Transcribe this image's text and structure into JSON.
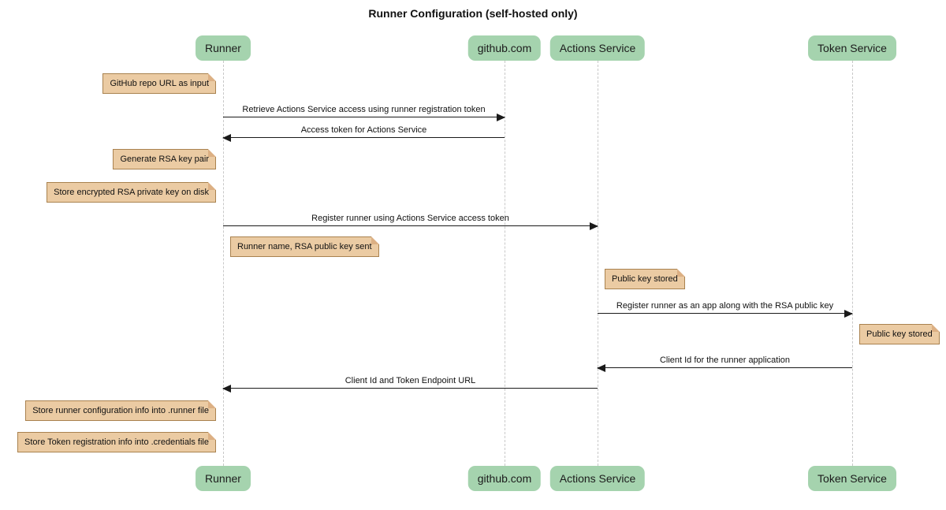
{
  "title": "Runner Configuration (self-hosted only)",
  "colors": {
    "background": "#FFFFFF",
    "text": "#111111",
    "arrow": "#1A1A1A",
    "lifeline": "#C8C8C8",
    "participant_fill": "#A5D3AE",
    "note_fill": "#EBCBA3",
    "note_border": "#A9824F",
    "note_fold": "#DCB084"
  },
  "participants": [
    {
      "label": "Runner"
    },
    {
      "label": "github.com"
    },
    {
      "label": "Actions Service"
    },
    {
      "label": "Token Service"
    }
  ],
  "messages": [
    {
      "from": "Runner",
      "to": "github.com",
      "label": "Retrieve Actions Service access using runner registration token"
    },
    {
      "from": "github.com",
      "to": "Runner",
      "label": "Access token for Actions Service"
    },
    {
      "from": "Runner",
      "to": "Actions Service",
      "label": "Register runner using Actions Service access token"
    },
    {
      "from": "Actions Service",
      "to": "Token Service",
      "label": "Register runner as an app along with the RSA public key"
    },
    {
      "from": "Token Service",
      "to": "Actions Service",
      "label": "Client Id for the runner application"
    },
    {
      "from": "Actions Service",
      "to": "Runner",
      "label": "Client Id and Token Endpoint URL"
    }
  ],
  "notes": [
    {
      "text": "GitHub repo URL as input"
    },
    {
      "text": "Generate RSA key pair"
    },
    {
      "text": "Store encrypted RSA private key on disk"
    },
    {
      "text": "Runner name, RSA public key sent"
    },
    {
      "text": "Public key stored"
    },
    {
      "text": "Public key stored"
    },
    {
      "text": "Store runner configuration info into .runner file"
    },
    {
      "text": "Store Token registration info into .credentials file"
    }
  ]
}
